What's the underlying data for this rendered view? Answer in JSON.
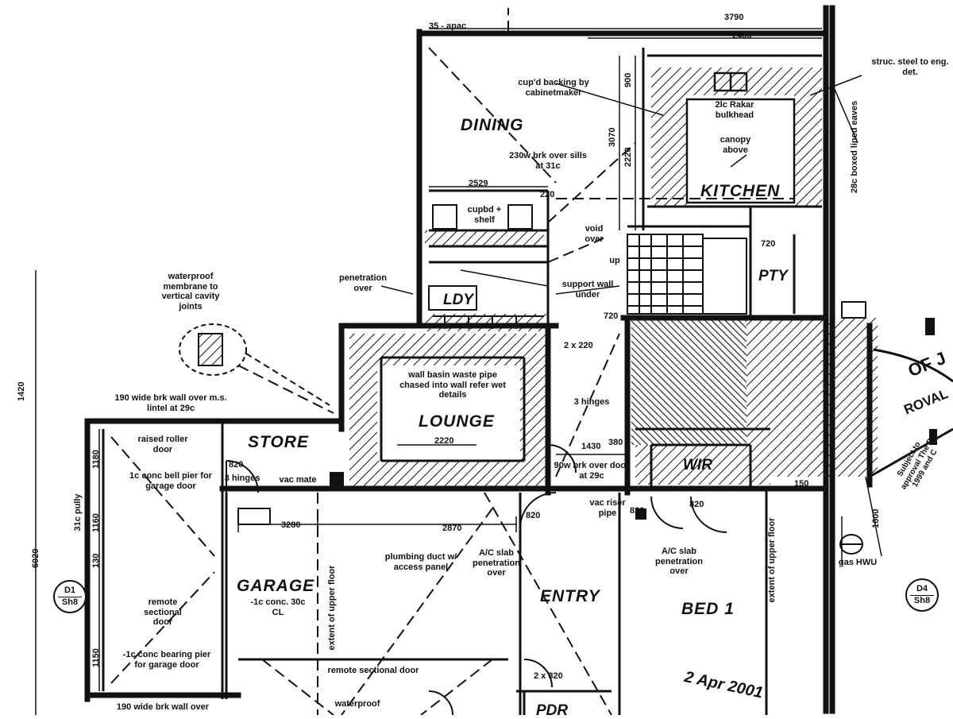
{
  "rooms": {
    "dining": "DINING",
    "kitchen": "KITCHEN",
    "ldy": "LDY",
    "pty": "PTY",
    "lounge": "LOUNGE",
    "store": "STORE",
    "garage": "GARAGE",
    "entry": "ENTRY",
    "bed1": "BED 1",
    "wir": "WIR",
    "pdr": "PDR"
  },
  "notes": {
    "cupd_backing": "cup'd backing by cabinetmaker",
    "bulkhead": "2lc Rakar bulkhead",
    "canopy_above": "canopy above",
    "brk_over_sills": "230w brk over sills at 31c",
    "cupbd_shelf": "cupbd + shelf",
    "void_over": "void over",
    "up": "up",
    "support_wall": "support wall under",
    "penetration_over": "penetration over",
    "waterproof_membrane": "waterproof membrane to vertical cavity joints",
    "brk_wall_over": "190 wide brk wall over m.s. lintel at 29c",
    "raised_door": "raised roller door",
    "conc_pier": "1c conc bell pier for garage door",
    "wall_basin": "wall basin waste pipe chased into wall refer wet details",
    "vac_mate": "vac mate",
    "hinges_left": "3 hinges",
    "hinges_right": "3 hinges",
    "brk_over_door": "90w brk over door at 29c",
    "vac_riser": "vac riser pipe",
    "plumbing_duct": "plumbing duct w/ access panel",
    "ac_slab_1": "A/C slab penetration over",
    "ac_slab_2": "A/C slab penetration over",
    "remote_door": "remote sectional door",
    "garage_sub": "-1c conc. 30c CL",
    "bearing_pier": "-1c conc bearing pier for garage door",
    "sectional_door": "remote sectional door",
    "waterproof": "waterproof",
    "brk_wall_over_b": "190 wide brk wall over",
    "upper_floor_1": "extent of upper floor",
    "upper_floor_2": "extent of upper floor",
    "boxed_eaves": "28c boxed lined eaves",
    "gas_hwu": "gas HWU",
    "struct_steel": "struc. steel to eng. det.",
    "pully": "31c pully",
    "handwritten": "2 Apr 2001",
    "rotated_fragment": "OF J",
    "rotated_fragment2": "ROVAL",
    "rotated_small": "Subject to approval The R 1999 and C"
  },
  "dimensions": {
    "d_3070": "3070",
    "d_2220": "2220",
    "d_900": "900",
    "d_3790": "3790",
    "d_2400": "2400",
    "d_2529": "2529",
    "d_220": "220",
    "d_720_a": "720",
    "d_720_b": "720",
    "d_820_store": "820",
    "d_820_left": "820",
    "d_820_mid": "820",
    "d_820_bed": "820",
    "d_3280": "3280",
    "d_2870": "2870",
    "d_1430": "1430",
    "d_380": "380",
    "d_2220_lounge": "2220",
    "d_1180": "1180",
    "d_1160": "1160",
    "d_130": "130",
    "d_6020": "6020",
    "d_1600": "1600",
    "d_1150": "1150",
    "d_2x820": "2 x 820",
    "d_2x220": "2 x 220",
    "d_150": "150",
    "d_35": "35 - apac",
    "d_1420": "1420"
  },
  "markers": {
    "left": {
      "top": "D1",
      "bottom": "Sh8"
    },
    "right": {
      "top": "D4",
      "bottom": "Sh8"
    }
  }
}
